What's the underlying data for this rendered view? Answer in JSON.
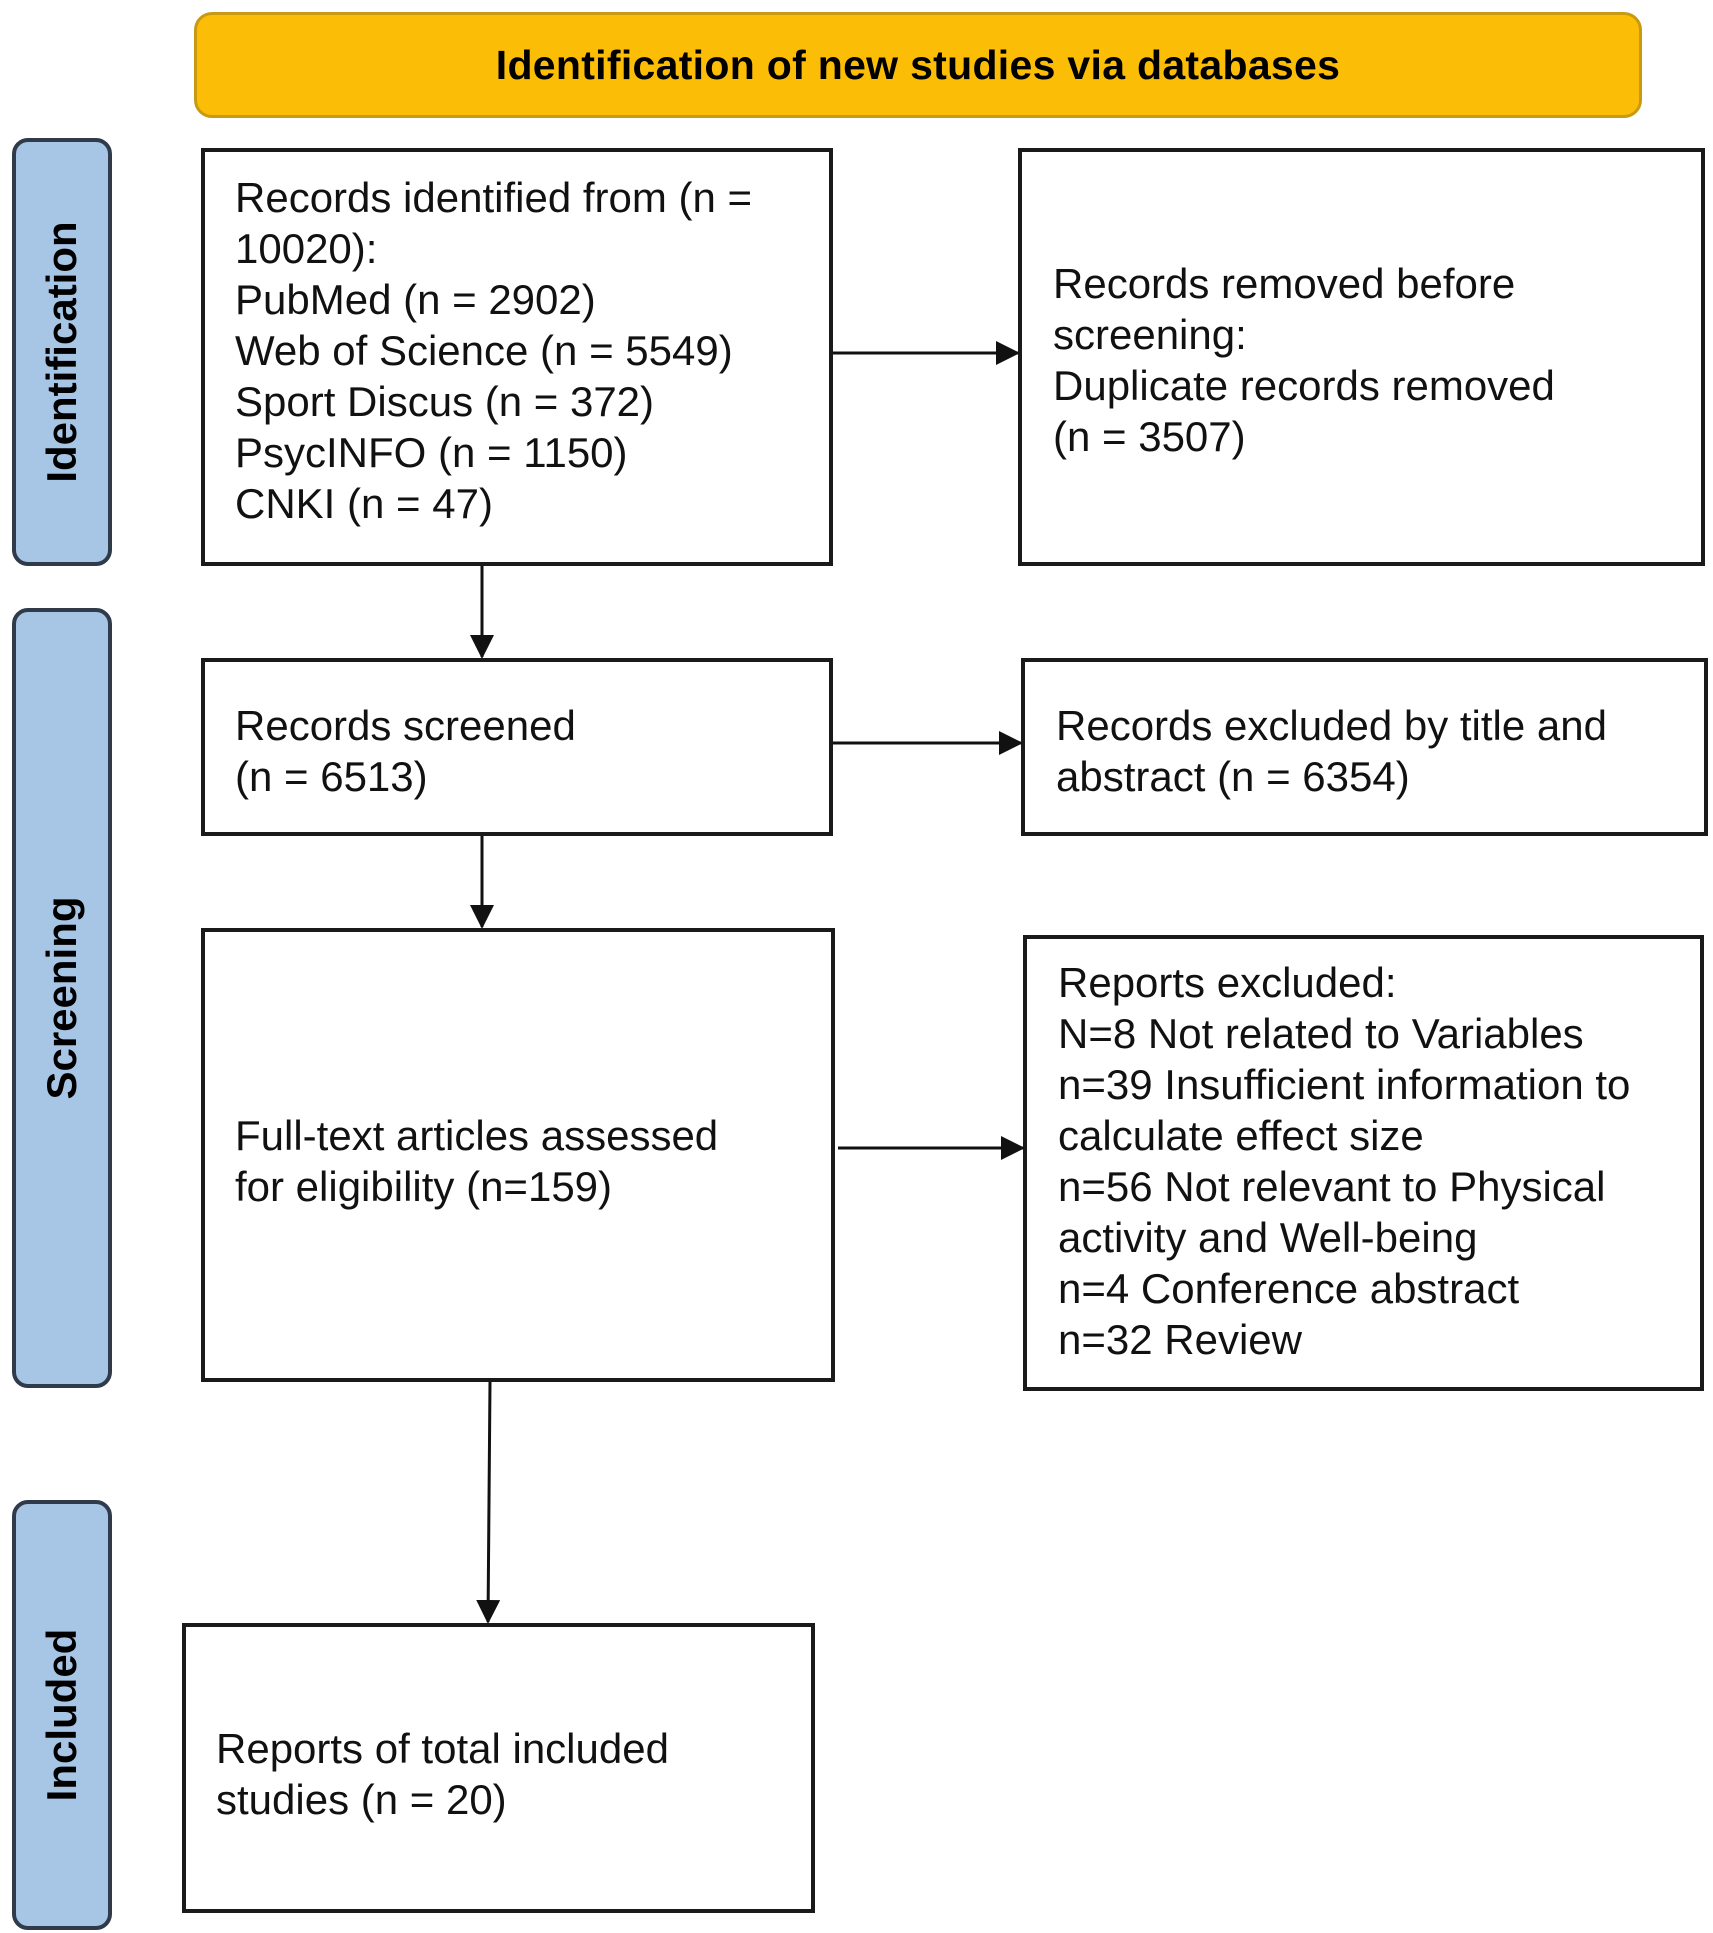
{
  "header": {
    "title": "Identification of new studies via databases"
  },
  "phases": {
    "identification": "Identification",
    "screening": "Screening",
    "included": "Included"
  },
  "boxes": {
    "records_identified": [
      "Records identified from (n =",
      "10020):",
      "PubMed (n = 2902)",
      "Web of Science (n = 5549)",
      "Sport Discus (n = 372)",
      "PsycINFO (n = 1150)",
      "CNKI (n = 47)"
    ],
    "records_removed": [
      "Records removed before",
      "screening:",
      "Duplicate records removed",
      "(n = 3507)"
    ],
    "records_screened": [
      "Records screened",
      "(n = 6513)"
    ],
    "records_excluded": [
      "Records excluded by title and",
      "abstract (n = 6354)"
    ],
    "full_text": [
      "Full-text articles assessed",
      "for eligibility (n=159)"
    ],
    "reports_excluded": [
      "Reports excluded:",
      "N=8 Not related to Variables",
      "n=39 Insufficient information to",
      "calculate effect size",
      "n=56 Not relevant to Physical",
      "activity and Well-being",
      "n=4 Conference abstract",
      "n=32 Review"
    ],
    "included_studies": [
      "Reports of total included",
      "studies (n = 20)"
    ]
  },
  "colors": {
    "header_fill": "#fbbd05",
    "phase_fill": "#a7c5e5",
    "box_border": "#1a1a1a"
  }
}
